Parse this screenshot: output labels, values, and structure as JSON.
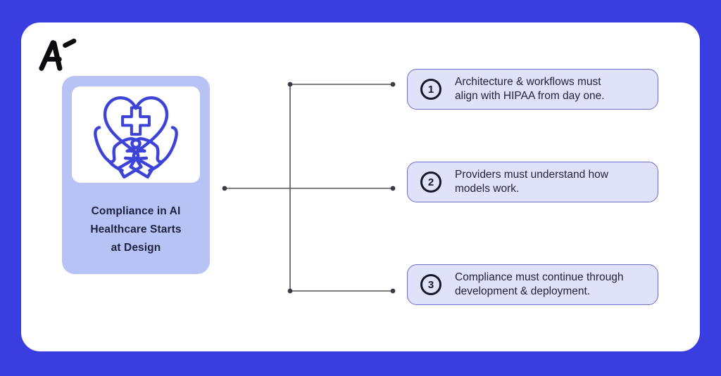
{
  "page": {
    "outer_background": "#3a3de0",
    "sheet_background": "#ffffff"
  },
  "brand": {
    "logo_text": "Aí"
  },
  "concept_card": {
    "icon": "hands-holding-medical-heart-icon",
    "title_lines": [
      "Compliance in AI",
      "Healthcare Starts",
      "at Design"
    ]
  },
  "items": [
    {
      "number": "1",
      "lines": [
        "Architecture & workflows must",
        "align with HIPAA from day one."
      ]
    },
    {
      "number": "2",
      "lines": [
        "Providers must understand how",
        "models work."
      ]
    },
    {
      "number": "3",
      "lines": [
        "Compliance must continue through",
        "development & deployment."
      ]
    }
  ],
  "colors": {
    "outer_blue": "#3a3de0",
    "card_periwinkle": "#b6c3f4",
    "item_fill": "#dfe2f9",
    "item_border": "#6a6ed2",
    "icon_stroke": "#3c43d6",
    "connector_line": "#54545e",
    "connector_dot": "#3b3b46",
    "text_dark": "#1e2240"
  }
}
